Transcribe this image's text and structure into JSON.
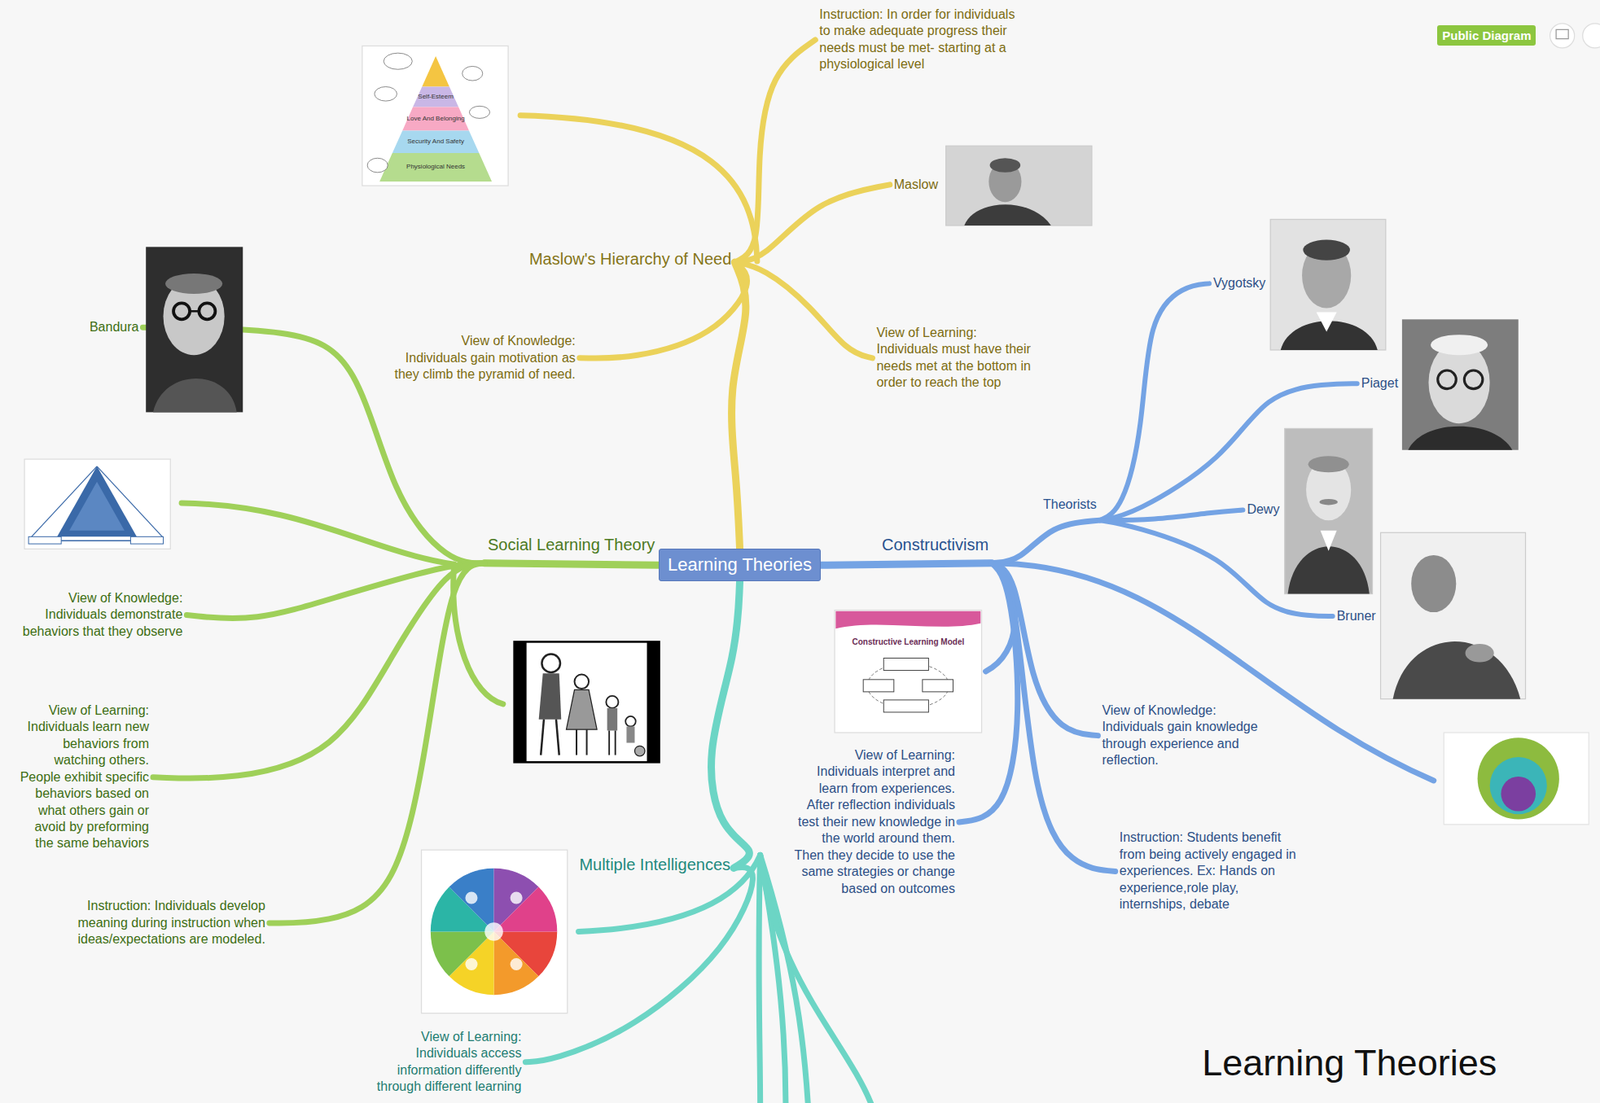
{
  "diagram": {
    "caption": "Learning Theories",
    "nodes": [
      {
        "text": [
          "Learning Theories"
        ]
      },
      {
        "text": [
          "Maslow's Hierarchy of Need"
        ]
      },
      {
        "text": [
          "Instruction: In order for individuals to make adequate progress their needs must be met- starting at a physiological level"
        ]
      },
      {
        "text": [
          "Maslow"
        ]
      },
      {
        "text": [
          "View of Learning:",
          "Individuals must have their needs met at the bottom in order to reach the top"
        ]
      },
      {
        "text": [
          "View of Knowledge:",
          "Individuals gain motivation as they climb the pyramid of need."
        ]
      },
      {
        "text": [
          "Social Learning Theory"
        ]
      },
      {
        "text": [
          "Bandura"
        ]
      },
      {
        "text": [
          "View of Knowledge:",
          "Individuals demonstrate behaviors that they observe"
        ]
      },
      {
        "text": [
          "View of Learning:",
          "Individuals learn new behaviors from watching others. People exhibit specific behaviors based on what others gain or avoid by preforming the same behaviors"
        ]
      },
      {
        "text": [
          "Instruction: Individuals develop meaning during instruction when ideas/expectations are modeled."
        ]
      },
      {
        "text": [
          "Constructivism"
        ]
      },
      {
        "text": [
          "Theorists"
        ]
      },
      {
        "text": [
          "Vygotsky"
        ]
      },
      {
        "text": [
          "Piaget"
        ]
      },
      {
        "text": [
          "Dewy"
        ]
      },
      {
        "text": [
          "Bruner"
        ]
      },
      {
        "text": [
          "View of Knowledge:",
          "Individuals gain knowledge through experience and reflection."
        ]
      },
      {
        "text": [
          "Instruction: Students benefit from being actively engaged in experiences. Ex: Hands on experience,role play, internships, debate"
        ]
      },
      {
        "text": [
          "View of Learning:",
          "Individuals interpret and learn from experiences. After reflection individuals test their new knowledge in the world around them. Then they decide to use the same strategies or change based on outcomes"
        ]
      },
      {
        "text": [
          "Multiple Intelligences"
        ]
      },
      {
        "text": [
          "View of Learning:",
          "Individuals access information differently through different learning"
        ]
      },
      {
        "text": [
          "Public Diagram"
        ]
      }
    ],
    "edges": [
      {
        "from": 0,
        "to": 1,
        "arrow": "none"
      },
      {
        "from": 1,
        "to": 2,
        "arrow": "none"
      },
      {
        "from": 1,
        "to": 3,
        "arrow": "none"
      },
      {
        "from": 1,
        "to": 4,
        "arrow": "none"
      },
      {
        "from": 1,
        "to": 5,
        "arrow": "none"
      },
      {
        "from": 0,
        "to": 6,
        "arrow": "none"
      },
      {
        "from": 6,
        "to": 7,
        "arrow": "none"
      },
      {
        "from": 6,
        "to": 8,
        "arrow": "none"
      },
      {
        "from": 6,
        "to": 9,
        "arrow": "none"
      },
      {
        "from": 6,
        "to": 10,
        "arrow": "none"
      },
      {
        "from": 0,
        "to": 11,
        "arrow": "none"
      },
      {
        "from": 11,
        "to": 12,
        "arrow": "none"
      },
      {
        "from": 12,
        "to": 13,
        "arrow": "none"
      },
      {
        "from": 12,
        "to": 14,
        "arrow": "none"
      },
      {
        "from": 12,
        "to": 15,
        "arrow": "none"
      },
      {
        "from": 12,
        "to": 16,
        "arrow": "none"
      },
      {
        "from": 11,
        "to": 17,
        "arrow": "none"
      },
      {
        "from": 11,
        "to": 18,
        "arrow": "none"
      },
      {
        "from": 11,
        "to": 19,
        "arrow": "none"
      },
      {
        "from": 0,
        "to": 20,
        "arrow": "none"
      },
      {
        "from": 20,
        "to": 21,
        "arrow": "none"
      }
    ],
    "labels": [
      "Self-Esteem",
      "Love And Belonging",
      "Security And Safety",
      "Physiological Needs",
      "Constructive Learning Model"
    ]
  }
}
